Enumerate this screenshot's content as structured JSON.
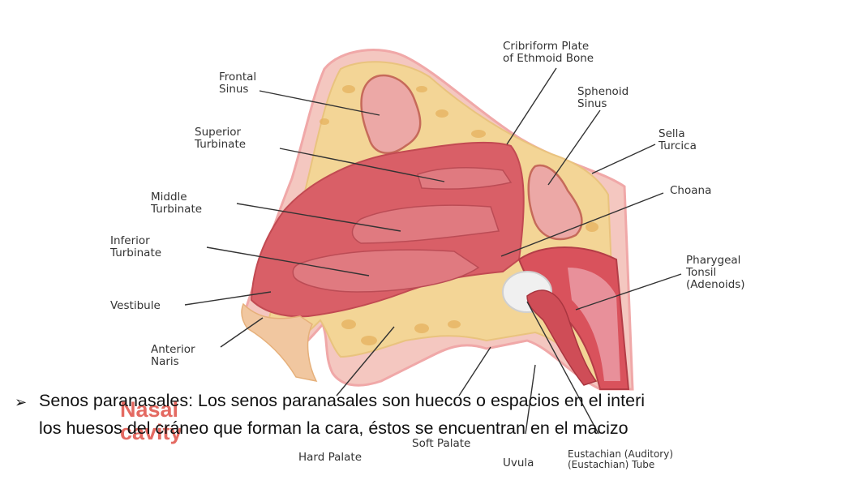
{
  "figure": {
    "labels": {
      "frontal_sinus": "Frontal\nSinus",
      "cribriform": "Cribriform Plate\nof Ethmoid Bone",
      "sphenoid": "Sphenoid\nSinus",
      "superior_turbinate": "Superior\nTurbinate",
      "sella": "Sella\nTurcica",
      "choana": "Choana",
      "middle_turbinate": "Middle\nTurbinate",
      "inferior_turbinate": "Inferior\nTurbinate",
      "pharyngeal": "Pharygeal\nTonsil\n(Adenoids)",
      "vestibule": "Vestibule",
      "anterior_naris": "Anterior\nNaris",
      "soft_palate": "Soft Palate",
      "hard_palate": "Hard Palate",
      "uvula": "Uvula",
      "eustachian": "Eustachian (Auditory)\n(Eustachian) Tube"
    },
    "title_line1": "Nasal",
    "title_line2": "cavity"
  },
  "text": {
    "bullet": "➢",
    "line1": "Senos paranasales: Los senos paranasales son huecos o espacios en el interi",
    "line2": "los huesos del cráneo que forman la cara, éstos se encuentran en el macizo"
  }
}
